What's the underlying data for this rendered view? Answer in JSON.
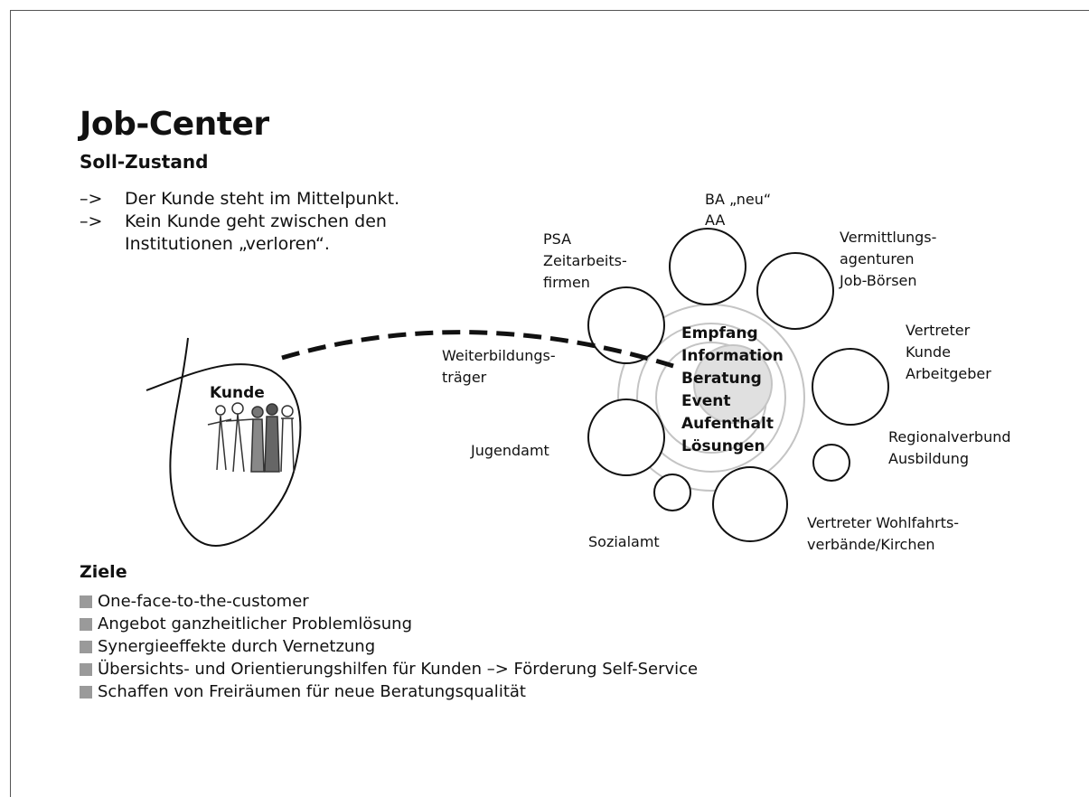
{
  "title": "Job-Center",
  "subtitle": "Soll-Zustand",
  "statements": [
    {
      "arrow": "–>",
      "text": "Der Kunde steht im Mittelpunkt."
    },
    {
      "arrow": "–>",
      "text": "Kein Kunde geht zwischen den",
      "continuation": "Institutionen „verloren“."
    }
  ],
  "diagram": {
    "customer_label": "Kunde",
    "center_lines": [
      "Empfang",
      "Information",
      "Beratung",
      "Event",
      "Aufenthalt",
      "Lösungen"
    ],
    "partners": {
      "ba": [
        "BA „neu“",
        "AA"
      ],
      "psa": [
        "PSA",
        "Zeitarbeits-",
        "firmen"
      ],
      "vermittlung": [
        "Vermittlungs-",
        "agenturen",
        "Job-Börsen"
      ],
      "vertreter_kunde": [
        "Vertreter",
        "Kunde",
        "Arbeitgeber"
      ],
      "weiterbildung": [
        "Weiterbildungs-",
        "träger"
      ],
      "regional": [
        "Regionalverbund",
        "Ausbildung"
      ],
      "jugendamt": [
        "Jugendamt"
      ],
      "wohlfahrt": [
        "Vertreter Wohlfahrts-",
        "verbände/Kirchen"
      ],
      "sozialamt": [
        "Sozialamt"
      ]
    },
    "colors": {
      "ring": "#c4c4c4",
      "core": "#e0e0e0",
      "stroke": "#111111"
    }
  },
  "goals_title": "Ziele",
  "goals": [
    "One-face-to-the-customer",
    "Angebot ganzheitlicher Problemlösung",
    "Synergieeffekte durch Vernetzung",
    "Übersichts- und Orientierungshilfen für Kunden –> Förderung Self-Service",
    "Schaffen von Freiräumen für neue Beratungsqualität"
  ]
}
